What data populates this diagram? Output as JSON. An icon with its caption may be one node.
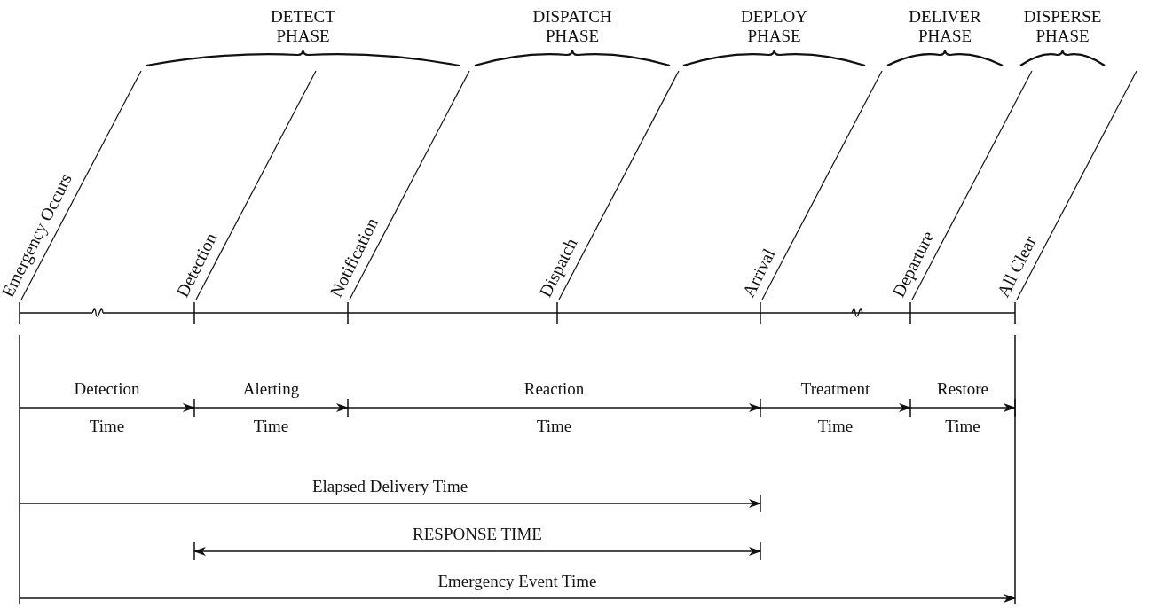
{
  "diagram": {
    "labels": [
      "DETECT PHASE",
      "DISPATCH PHASE",
      "DEPLOY PHASE",
      "DELIVER PHASE",
      "DISPERSE PHASE",
      "Emergency Occurs",
      "Detection",
      "Notification",
      "Dispatch",
      "Arrival",
      "Departure",
      "All Clear",
      "Detection Time",
      "Alerting Time",
      "Reaction Time",
      "Treatment Time",
      "Restore Time",
      "Elapsed Delivery Time",
      "RESPONSE TIME",
      "Emergency Event Time"
    ]
  }
}
